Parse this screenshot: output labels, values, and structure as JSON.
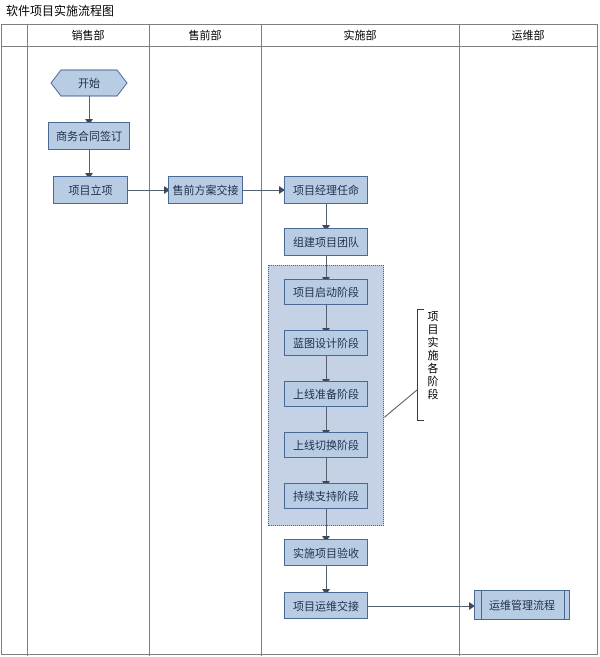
{
  "document": {
    "title": "软件项目实施流程图"
  },
  "swimlanes": {
    "headers": [
      {
        "label": "销售部",
        "name": "lane-header-sales"
      },
      {
        "label": "售前部",
        "name": "lane-header-presales"
      },
      {
        "label": "实施部",
        "name": "lane-header-implementation"
      },
      {
        "label": "运维部",
        "name": "lane-header-operations"
      }
    ]
  },
  "nodes": {
    "start": "开始",
    "contract_signing": "商务合同签订",
    "project_initiation": "项目立项",
    "presales_handover": "售前方案交接",
    "pm_appointment": "项目经理任命",
    "team_formation": "组建项目团队",
    "phase_kickoff": "项目启动阶段",
    "phase_blueprint": "蓝图设计阶段",
    "phase_golive_prep": "上线准备阶段",
    "phase_golive_switch": "上线切换阶段",
    "phase_continuous_support": "持续支持阶段",
    "project_acceptance": "实施项目验收",
    "ops_handover": "项目运维交接",
    "ops_management_process": "运维管理流程"
  },
  "annotation": {
    "label": "项目实施各阶段",
    "chars": [
      "项",
      "目",
      "实",
      "施",
      "各",
      "阶",
      "段"
    ]
  },
  "colors": {
    "shape_fill": "#b8cce4",
    "shape_border": "#4a6a95",
    "phase_container_fill": "#c5d2e5",
    "phase_container_border": "#55657e",
    "connector": "#55606e",
    "table_border": "#7f7f7f"
  }
}
